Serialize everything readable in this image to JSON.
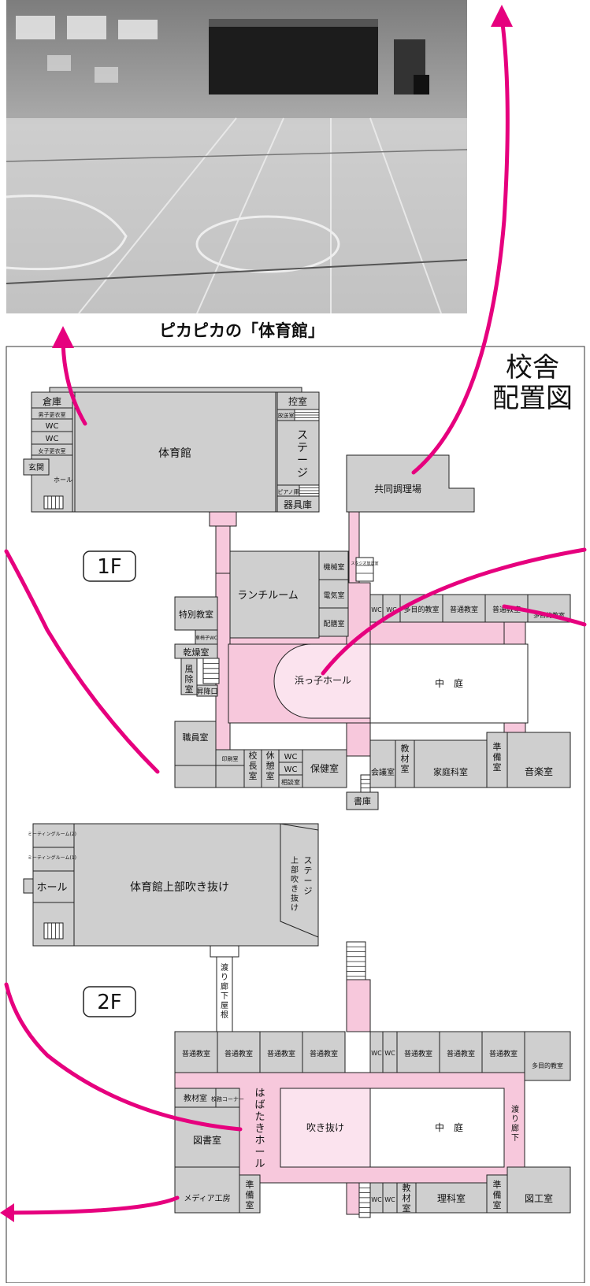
{
  "photo_caption": "ピカピカの「体育館」",
  "map_title": [
    "校舎",
    "配置図"
  ],
  "floors": {
    "f1": "1F",
    "f2": "2F"
  },
  "colors": {
    "accent": "#e6007e",
    "room": "#cfcfcf",
    "corridor": "#f7c8dc",
    "line": "#222222"
  },
  "rooms_1f": {
    "gym": "体育館",
    "storage": "倉庫",
    "mens_locker": "男子更衣室",
    "wc1": "WC",
    "wc2": "WC",
    "womens_locker": "女子更衣室",
    "entrance": "玄関",
    "gym_hall": "ホール",
    "waiting": "控室",
    "broadcast": "放送室",
    "stage": [
      "ス",
      "テ",
      "ー",
      "ジ"
    ],
    "piano": "ピアノ庫",
    "equipment": "器具庫",
    "kitchen": "共同調理場",
    "lunchroom": "ランチルーム",
    "machine": "機械室",
    "electric": "電気室",
    "serving": "配膳室",
    "studio": "スタジオ放送室",
    "special": "特別教室",
    "wheelchair": "車椅子WC",
    "drying": "乾燥室",
    "windbreak": [
      "風",
      "除",
      "室"
    ],
    "stair_exit": "昇降口",
    "hama_hall": "浜っ子ホール",
    "wc3": "WC",
    "wc4": "WC",
    "multi1": "多目的教室",
    "classroom1": "普通教室",
    "classroom2": "普通教室",
    "multi2": "多目的教室",
    "courtyard": "中　庭",
    "staff": "職員室",
    "print": "印刷室",
    "principal": [
      "校",
      "長",
      "室"
    ],
    "rest": [
      "休",
      "憩",
      "室"
    ],
    "wc5": "WC",
    "wc6": "WC",
    "counseling": "相談室",
    "health": "保健室",
    "meeting": "会議室",
    "materials": [
      "教",
      "材",
      "室"
    ],
    "home_ec": "家庭科室",
    "prep": [
      "準",
      "備",
      "室"
    ],
    "music": "音楽室",
    "library_store": "書庫"
  },
  "rooms_2f": {
    "meeting1": "ミーティングルーム(2)",
    "meeting2": "ミーティングルーム(1)",
    "hall": "ホール",
    "gym_void": "体育館上部吹き抜け",
    "stage_void": [
      "上",
      "部",
      "吹",
      "き",
      "抜",
      "け"
    ],
    "stage_void2": [
      "ス",
      "テ",
      "ー",
      "ジ"
    ],
    "bridge_roof": [
      "渡",
      "り",
      "廊",
      "下",
      "屋",
      "根"
    ],
    "cls1": "普通教室",
    "cls2": "普通教室",
    "cls3": "普通教室",
    "cls4": "普通教室",
    "wc1": "WC",
    "wc2": "WC",
    "cls5": "普通教室",
    "cls6": "普通教室",
    "cls7": "普通教室",
    "multi": "多目的教室",
    "materials": "教材室",
    "principal_corner": "校務コーナー",
    "habataki": [
      "は",
      "ば",
      "た",
      "き",
      "ホ",
      "ー",
      "ル"
    ],
    "void": "吹き抜け",
    "courtyard": "中　庭",
    "corridor": [
      "渡",
      "り",
      "廊",
      "下"
    ],
    "library": "図書室",
    "media": "メディア工房",
    "prep1": [
      "準",
      "備",
      "室"
    ],
    "wc3": "WC",
    "wc4": "WC",
    "materials2": [
      "教",
      "材",
      "室"
    ],
    "science": "理科室",
    "prep2": [
      "準",
      "備",
      "室"
    ],
    "art": "図工室"
  }
}
